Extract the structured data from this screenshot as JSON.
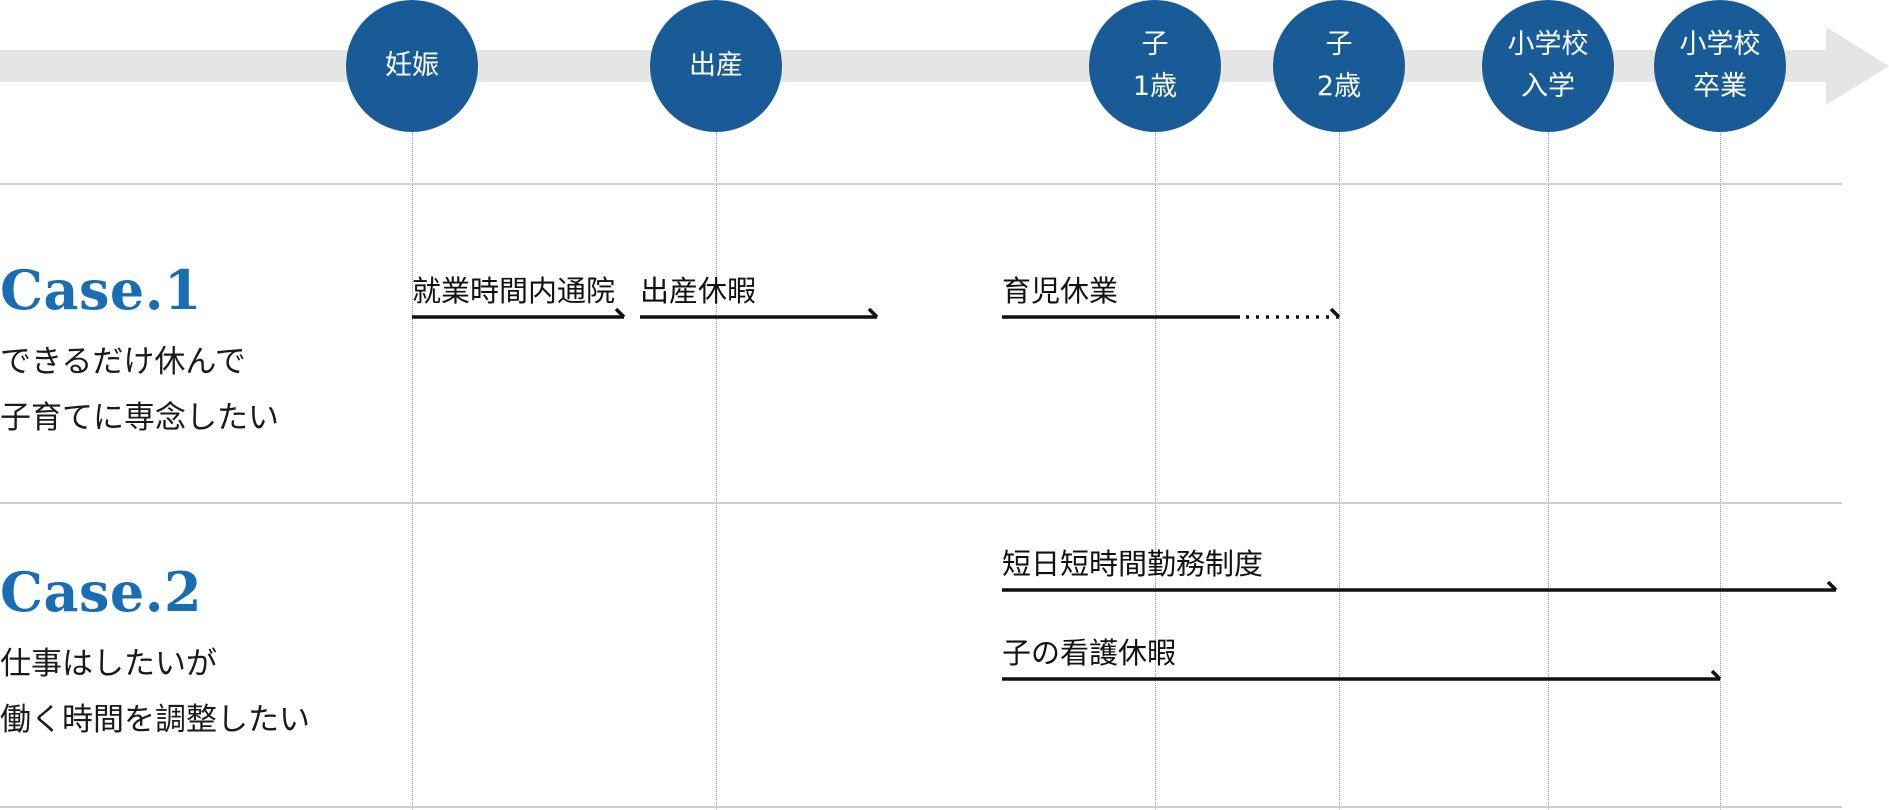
{
  "milestones": [
    {
      "lines": [
        "妊娠"
      ]
    },
    {
      "lines": [
        "出産"
      ]
    },
    {
      "lines": [
        "子",
        "1歳"
      ]
    },
    {
      "lines": [
        "子",
        "2歳"
      ]
    },
    {
      "lines": [
        "小学校",
        "入学"
      ]
    },
    {
      "lines": [
        "小学校",
        "卒業"
      ]
    }
  ],
  "cases": [
    {
      "title": "Case.1",
      "desc": [
        "できるだけ休んで",
        "子育てに専念したい"
      ],
      "bars": [
        {
          "label": "就業時間内通院",
          "from": "妊娠",
          "to": "出産(直前)",
          "style": "solid"
        },
        {
          "label": "出産休暇",
          "from": "出産(直前)",
          "to": "出産後",
          "style": "solid"
        },
        {
          "label": "育児休業",
          "from": "出産後",
          "to": "子 2歳",
          "style": "solid-then-dotted",
          "solid_to": "子 1歳後"
        }
      ]
    },
    {
      "title": "Case.2",
      "desc": [
        "仕事はしたいが",
        "働く時間を調整したい"
      ],
      "bars": [
        {
          "label": "短日短時間勤務制度",
          "from": "出産後",
          "to": "小学校 卒業以降",
          "style": "solid"
        },
        {
          "label": "子の看護休暇",
          "from": "出産後",
          "to": "小学校 卒業",
          "style": "solid"
        }
      ]
    }
  ],
  "colors": {
    "milestone": "#185b96",
    "case_title": "#1a6db3",
    "arrow": "#e5e5e5"
  }
}
